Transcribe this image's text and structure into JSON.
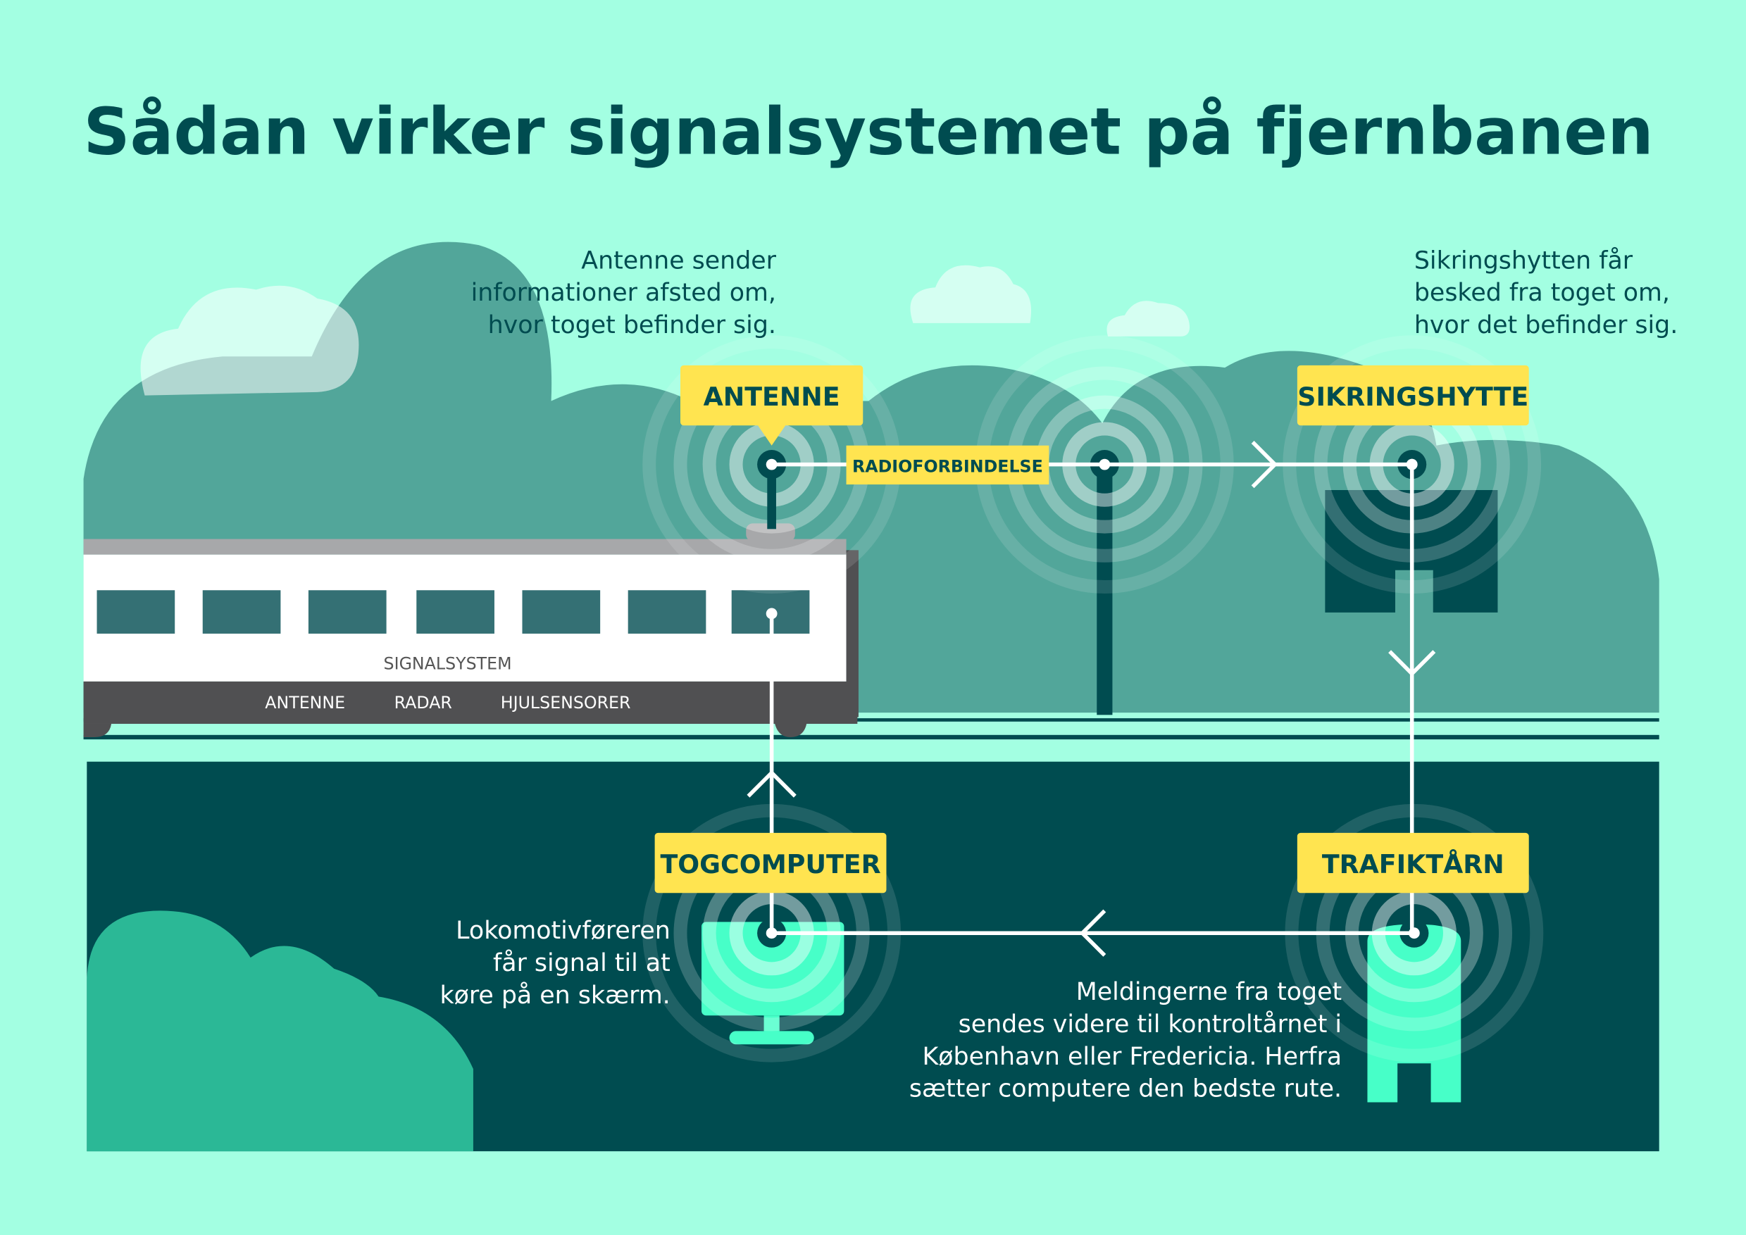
{
  "title": "Sådan virker signalsystemet på fjernbanen",
  "captions": {
    "antenne": [
      "Antenne sender",
      "informationer afsted om,",
      "hvor toget befinder sig."
    ],
    "sikringshytte": [
      "Sikringshytten får",
      "besked fra toget om,",
      "hvor det befinder sig."
    ],
    "togcomputer": [
      "Lokomotivføreren",
      "får signal til at",
      "køre på en skærm."
    ],
    "trafiktaarn": [
      "Meldingerne fra toget",
      "sendes videre til kontroltårnet i",
      "København eller Fredericia. Herfra",
      "sætter computere den bedste rute."
    ]
  },
  "labels": {
    "antenne": "ANTENNE",
    "radio": "RADIOFORBINDELSE",
    "sikringshytte": "SIKRINGSHYTTE",
    "togcomputer": "TOGCOMPUTER",
    "trafiktaarn": "TRAFIKTÅRN"
  },
  "train": {
    "system": "SIGNALSYSTEM",
    "parts": [
      "ANTENNE",
      "RADAR",
      "HJULSENSORER"
    ]
  },
  "colors": {
    "background": "#a3ffe2",
    "hills": "#52a69a",
    "dark": "#004c50",
    "label": "#ffe450",
    "bright": "#47ffc8"
  }
}
